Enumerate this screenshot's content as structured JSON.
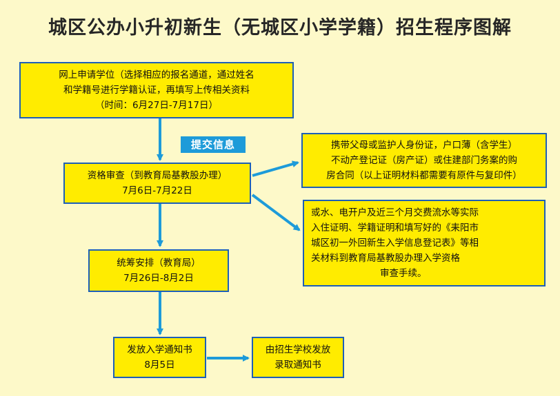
{
  "title": "城区公办小升初新生（无城区小学学籍）招生程序图解",
  "tag": "提交信息",
  "colors": {
    "background": "#fdf9c9",
    "box_fill": "#ffec00",
    "box_border": "#1c5fb8",
    "arrow": "#1d9bd9"
  },
  "steps": {
    "apply": {
      "lines": [
        "网上申请学位（选择相应的报名通道，通过姓名",
        "和学籍号进行学籍认证，再填写上传相关资料",
        "（时间：6月27日-7月17日）"
      ]
    },
    "review": {
      "lines": [
        "资格审查（到教育局基教股办理）",
        "7月6日-7月22日"
      ]
    },
    "docs1": {
      "lines": [
        "携带父母或监护人身份证，户口薄（含学生）",
        "不动产登记证（房产证）或住建部门务案的购",
        "房合同（以上证明材料都需要有原件与复印件）"
      ]
    },
    "docs2": {
      "lines": [
        "或水、电开户及近三个月交费流水等实际",
        "入住证明、学籍证明和填写好的《耒阳市",
        "城区初一外回新生入学信息登记表》等相",
        "关材料到教育局基教股办理入学资格",
        "审查手续。"
      ]
    },
    "arrange": {
      "lines": [
        "统筹安排（教育局）",
        "7月26日-8月2日"
      ]
    },
    "notice": {
      "lines": [
        "发放入学通知书",
        "8月5日"
      ]
    },
    "school": {
      "lines": [
        "由招生学校发放",
        "录取通知书"
      ]
    }
  }
}
